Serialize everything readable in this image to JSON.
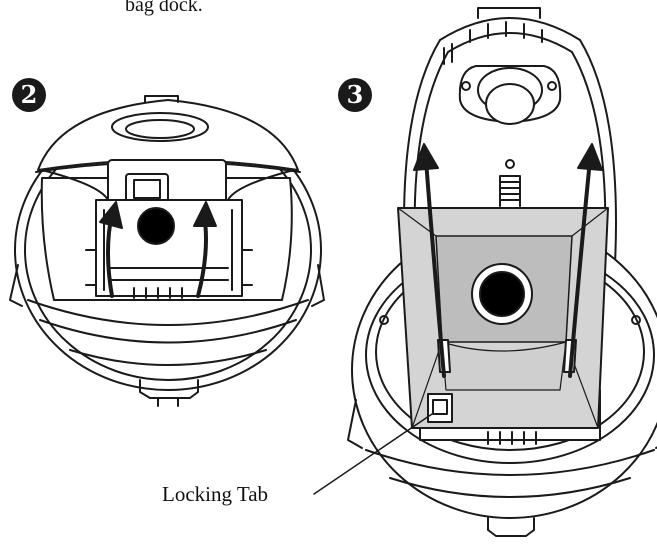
{
  "caption_top": "bag dock.",
  "steps": {
    "step2": "2",
    "step3": "3"
  },
  "callout": {
    "locking_tab": "Locking Tab"
  },
  "colors": {
    "ink": "#1a1a1a",
    "bag_fill": "#d4d4d4",
    "bag_panel": "#bdbdbd",
    "hole": "#000000"
  }
}
